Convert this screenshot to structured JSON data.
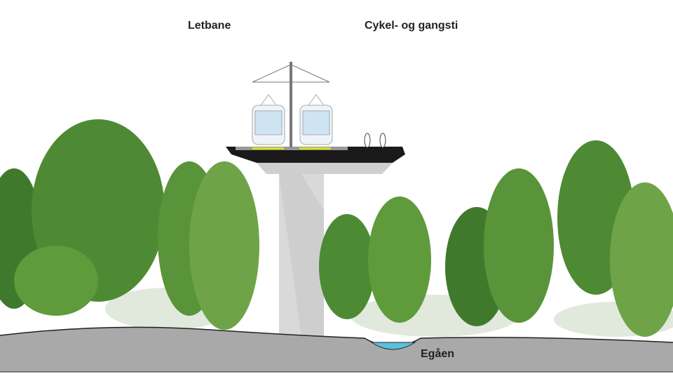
{
  "labels": {
    "light_rail": "Letbane",
    "bike_path": "Cykel- og gangsti",
    "stream": "Egåen"
  },
  "colors": {
    "ground": "#a9a9a9",
    "pillar": "#d9d9d9",
    "deck": "#1a1a1a",
    "water": "#5bc0de",
    "tree_dark": "#3f7a2c",
    "tree_light": "#7fb24a"
  }
}
